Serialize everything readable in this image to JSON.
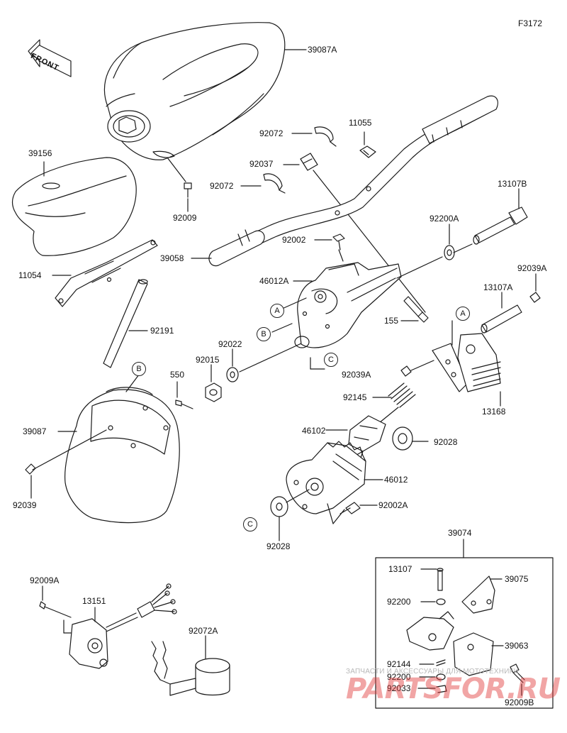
{
  "diagram_id": "F3172",
  "front_label": "FRONT",
  "callout_letters": {
    "a": "A",
    "b": "B",
    "c": "C"
  },
  "parts": {
    "p39087A": "39087A",
    "p39156": "39156",
    "p92009": "92009",
    "p11054": "11054",
    "p92191": "92191",
    "p39087": "39087",
    "p92039": "92039",
    "p550": "550",
    "p92015": "92015",
    "p92022": "92022",
    "p92072a": "92072",
    "p92072b": "92072",
    "p11055": "11055",
    "p92037": "92037",
    "p92002": "92002",
    "p39058": "39058",
    "p46012A": "46012A",
    "p155": "155",
    "p92200A": "92200A",
    "p13107B": "13107B",
    "p92039A_top": "92039A",
    "p13107A": "13107A",
    "p92039A_mid": "92039A",
    "p13168": "13168",
    "p92145": "92145",
    "p46102": "46102",
    "p92028a": "92028",
    "p46012": "46012",
    "p92002A": "92002A",
    "p92028b": "92028",
    "p92009A": "92009A",
    "p13151": "13151",
    "p92072A": "92072A",
    "p39074": "39074",
    "p13107": "13107",
    "p39075": "39075",
    "p92200a": "92200",
    "p39063": "39063",
    "p92144": "92144",
    "p92200b": "92200",
    "p92033": "92033",
    "p92009B": "92009B"
  },
  "watermark": {
    "line1": "ЗАПЧАСТИ И АКСЕССУАРЫ ДЛЯ МОТОТЕХНИКИ",
    "line2": "PARTSFOR.RU"
  }
}
